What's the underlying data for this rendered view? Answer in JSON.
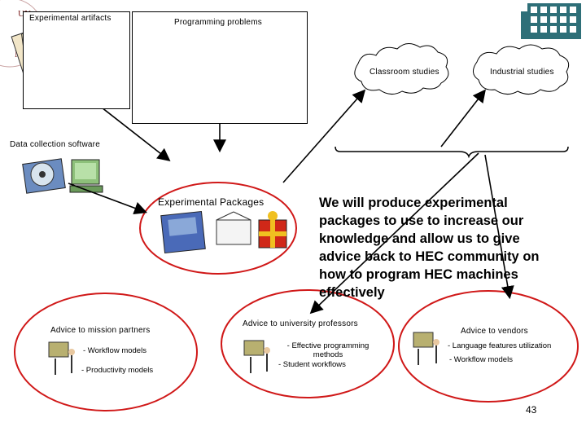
{
  "nodes": {
    "experimental_artifacts": "Experimental artifacts",
    "programming_problems": "Programming problems",
    "classroom_studies": "Classroom studies",
    "industrial_studies": "Industrial studies",
    "data_collection_software": "Data collection software",
    "experimental_packages": "Experimental Packages"
  },
  "main_text": "We will produce experimental packages to use to increase our knowledge and allow us to give advice back to HEC community on how to program HEC machines effectively",
  "advice": {
    "mission_partners": {
      "title": "Advice to mission partners",
      "item1": "- Workflow models",
      "item2": "- Productivity models"
    },
    "university_professors": {
      "title": "Advice to university professors",
      "item1": "- Effective programming methods",
      "item2": "- Student workflows"
    },
    "vendors": {
      "title": "Advice to vendors",
      "item1": "- Language features utilization",
      "item2": "- Workflow models"
    }
  },
  "page_number": "43",
  "colors": {
    "ellipse_border": "#d01818",
    "grid_logo": "#2e6f78",
    "gradient_red": "#e03020",
    "gradient_green": "#20b030"
  }
}
